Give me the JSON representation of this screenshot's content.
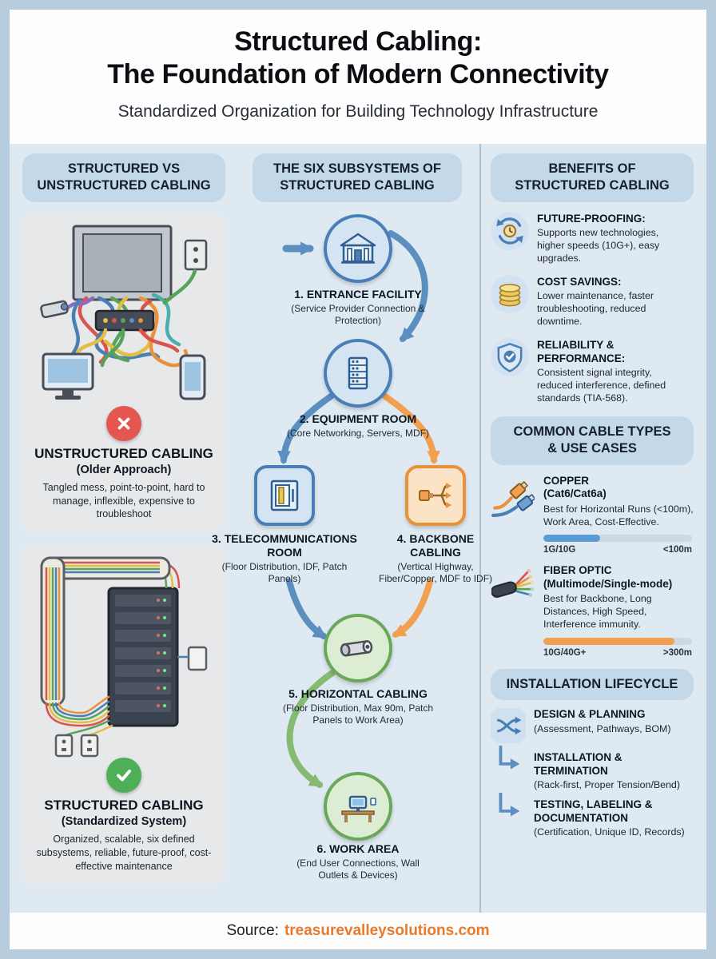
{
  "header": {
    "title_line1": "Structured Cabling:",
    "title_line2": "The Foundation of Modern Connectivity",
    "subtitle": "Standardized Organization for Building Technology Infrastructure"
  },
  "comparison": {
    "heading_line1": "STRUCTURED VS",
    "heading_line2": "UNSTRUCTURED CABLING",
    "unstructured": {
      "title": "UNSTRUCTURED CABLING",
      "subtitle": "(Older Approach)",
      "description": "Tangled mess, point-to-point, hard to manage, inflexible, expensive to troubleshoot",
      "badge_icon": "cross-icon"
    },
    "structured": {
      "title": "STRUCTURED CABLING",
      "subtitle": "(Standardized System)",
      "description": "Organized, scalable, six defined subsystems, reliable, future-proof, cost-effective maintenance",
      "badge_icon": "check-icon"
    }
  },
  "subsystems": {
    "heading_line1": "THE SIX SUBSYSTEMS OF",
    "heading_line2": "STRUCTURED CABLING",
    "nodes": [
      {
        "title": "1. ENTRANCE FACILITY",
        "description": "(Service Provider Connection & Protection)",
        "icon": "entrance-facility-icon"
      },
      {
        "title": "2. EQUIPMENT ROOM",
        "description": "(Core Networking, Servers, MDF)",
        "icon": "equipment-room-icon"
      },
      {
        "title": "3. TELECOMMUNICATIONS ROOM",
        "description": "(Floor Distribution, IDF, Patch Panels)",
        "icon": "telecom-room-icon"
      },
      {
        "title": "4. BACKBONE CABLING",
        "description": "(Vertical Highway, Fiber/Copper, MDF to IDF)",
        "icon": "backbone-cabling-icon"
      },
      {
        "title": "5. HORIZONTAL CABLING",
        "description": "(Floor Distribution, Max 90m, Patch Panels to Work Area)",
        "icon": "horizontal-cabling-icon"
      },
      {
        "title": "6. WORK AREA",
        "description": "(End User Connections, Wall Outlets & Devices)",
        "icon": "work-area-icon"
      }
    ]
  },
  "benefits": {
    "heading_line1": "BENEFITS OF",
    "heading_line2": "STRUCTURED CABLING",
    "items": [
      {
        "title": "FUTURE-PROOFING:",
        "description": "Supports new technologies, higher speeds (10G+), easy upgrades.",
        "icon": "future-proofing-icon"
      },
      {
        "title": "COST SAVINGS:",
        "description": "Lower maintenance, faster troubleshooting, reduced downtime.",
        "icon": "cost-savings-icon"
      },
      {
        "title": "RELIABILITY & PERFORMANCE:",
        "description": "Consistent signal integrity, reduced interference, defined standards (TIA-568).",
        "icon": "reliability-icon"
      }
    ]
  },
  "cable_types": {
    "heading_line1": "COMMON CABLE TYPES",
    "heading_line2": "& USE CASES",
    "items": [
      {
        "title": "COPPER",
        "subtitle": "(Cat6/Cat6a)",
        "description": "Best for Horizontal Runs (<100m), Work Area, Cost-Effective.",
        "speed": "1G/10G",
        "distance": "<100m",
        "bar_percent": 38,
        "bar_color": "#5b9bd5",
        "icon": "copper-cable-icon"
      },
      {
        "title": "FIBER OPTIC",
        "subtitle": "(Multimode/Single-mode)",
        "description": "Best for Backbone, Long Distances, High Speed, Interference immunity.",
        "speed": "10G/40G+",
        "distance": ">300m",
        "bar_percent": 88,
        "bar_color": "#f0a050",
        "icon": "fiber-optic-icon"
      }
    ]
  },
  "lifecycle": {
    "heading": "INSTALLATION LIFECYCLE",
    "steps": [
      {
        "title": "DESIGN & PLANNING",
        "description": "(Assessment, Pathways, BOM)",
        "icon": "shuffle-icon"
      },
      {
        "title": "INSTALLATION & TERMINATION",
        "description": "(Rack-first, Proper Tension/Bend)",
        "icon": "flow-arrow-icon"
      },
      {
        "title": "TESTING, LABELING & DOCUMENTATION",
        "description": "(Certification, Unique ID, Records)",
        "icon": "flow-arrow-icon"
      }
    ]
  },
  "footer": {
    "source_label": "Source:",
    "source_link": "treasurevalleysolutions.com"
  },
  "colors": {
    "frame": "#b7cddf",
    "main_bg": "#dfe9f2",
    "pill_bg": "#c3d9ea",
    "accent_blue": "#4a7fb5",
    "accent_orange": "#f09a4a",
    "accent_green": "#6fae5f",
    "error_red": "#e4564f",
    "success_green": "#4faf58",
    "link_orange": "#e87a2e"
  }
}
